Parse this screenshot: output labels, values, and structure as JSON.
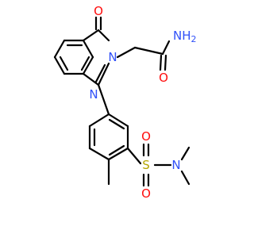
{
  "molecule": {
    "colors": {
      "bond": "#000000",
      "O": "#ff0d0d",
      "N": "#3050f8",
      "S": "#b5a600"
    },
    "atoms": {
      "carbonyl_O": "O",
      "ring_N2": "N",
      "ring_N3": "N",
      "amide_N": "N",
      "amide_H2": "H",
      "amide_H2_sub": "2",
      "amide_O": "O",
      "sulfur": "S",
      "sulfonyl_O_top": "O",
      "sulfonyl_O_bottom": "O",
      "sulfonamide_N": "N"
    }
  }
}
